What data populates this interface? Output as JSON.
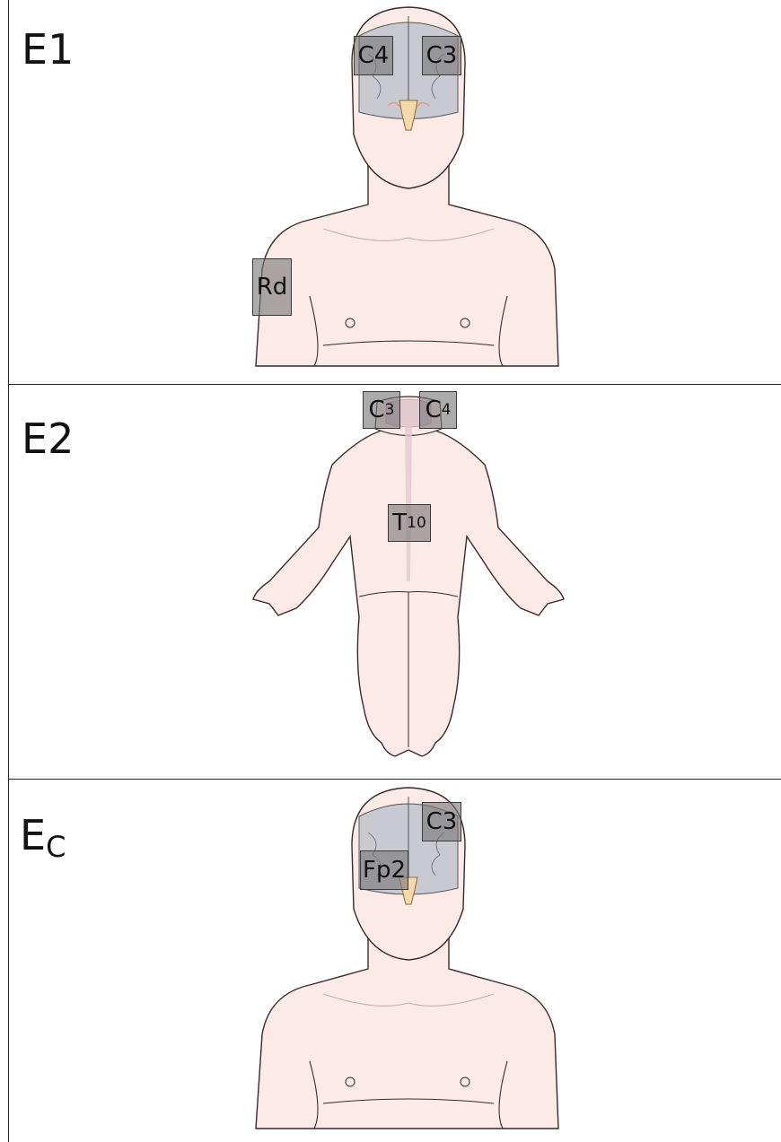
{
  "panels": [
    {
      "label": "E1",
      "label_sub": "",
      "electrodes": [
        {
          "main": "C4",
          "sub": ""
        },
        {
          "main": "C3",
          "sub": ""
        },
        {
          "main": "Rd",
          "sub": ""
        }
      ]
    },
    {
      "label": "E2",
      "label_sub": "",
      "electrodes": [
        {
          "main": "C",
          "sub": "3"
        },
        {
          "main": "C",
          "sub": "4"
        },
        {
          "main": "T",
          "sub": "10"
        }
      ]
    },
    {
      "label": "E",
      "label_sub": "C",
      "electrodes": [
        {
          "main": "C3",
          "sub": ""
        },
        {
          "main": "Fp2",
          "sub": ""
        }
      ]
    }
  ],
  "colors": {
    "skin": "#fbeae5",
    "skin_outline": "#3a2a28",
    "brain": "#c9c9d2",
    "spine": "#f6d9a8",
    "electrode_fill": "#8a8a8a"
  }
}
